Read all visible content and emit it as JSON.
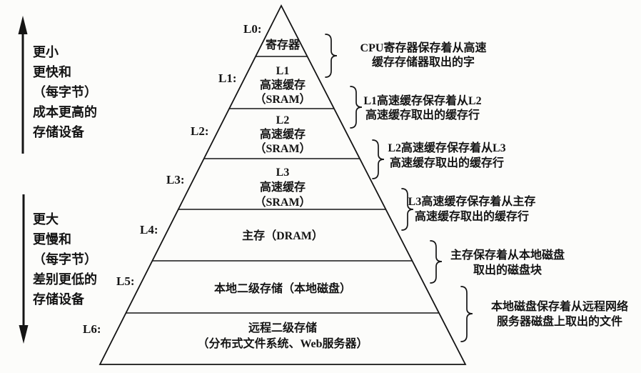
{
  "figure": {
    "description_colors": {
      "ink": "#141414",
      "background": "#fcfcfa"
    },
    "left_axis": {
      "up_arrow": "up-arrow",
      "top_lines": [
        "更小",
        "更快和",
        "（每字节）",
        "成本更高的",
        "存储设备"
      ],
      "down_arrow": "down-arrow",
      "bottom_lines": [
        "更大",
        "更慢和",
        "（每字节）",
        "差别更低的",
        "存储设备"
      ]
    },
    "pyramid": {
      "levels": [
        {
          "id": "L0:",
          "lines": [
            "寄存器"
          ]
        },
        {
          "id": "L1:",
          "lines": [
            "L1",
            "高速缓存",
            "（SRAM）"
          ]
        },
        {
          "id": "L2:",
          "lines": [
            "L2",
            "高速缓存",
            "（SRAM）"
          ]
        },
        {
          "id": "L3:",
          "lines": [
            "L3",
            "高速缓存",
            "（SRAM）"
          ]
        },
        {
          "id": "L4:",
          "lines": [
            "主存（DRAM）"
          ]
        },
        {
          "id": "L5:",
          "lines": [
            "本地二级存储（本地磁盘）"
          ]
        },
        {
          "id": "L6:",
          "lines": [
            "远程二级存储",
            "（分布式文件系统、Web服务器）"
          ]
        }
      ]
    },
    "annotations": [
      {
        "lines": [
          "CPU寄存器保存着从高速",
          "缓存存储器取出的字"
        ]
      },
      {
        "lines": [
          "L1高速缓存保存着从L2",
          "高速缓存取出的缓存行"
        ]
      },
      {
        "lines": [
          "L2高速缓存保存着从L3",
          "高速缓存取出的缓存行"
        ]
      },
      {
        "lines": [
          "L3高速缓存保存着从主存",
          "高速缓存取出的缓存行"
        ]
      },
      {
        "lines": [
          "主存保存着从本地磁盘",
          "取出的磁盘块"
        ]
      },
      {
        "lines": [
          "本地磁盘保存着从远程网络",
          "服务器磁盘上取出的文件"
        ]
      }
    ]
  }
}
